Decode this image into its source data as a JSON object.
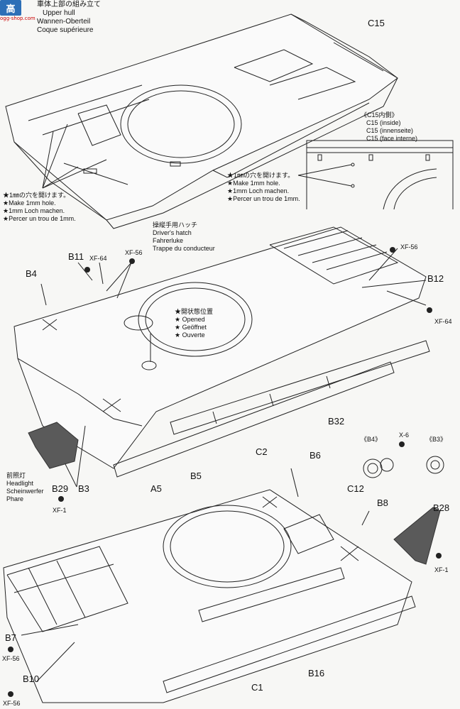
{
  "watermark": {
    "badge": "高",
    "site": "ogg-shop.com"
  },
  "title": {
    "jp": "車体上部の組み立て",
    "en": "Upper hull",
    "de": "Wannen-Oberteil",
    "fr": "Coque supérieure"
  },
  "inset": {
    "title": "《C15内側》",
    "lines": [
      "C15 (inside)",
      "C15 (innenseite)",
      "C15 (face interne)"
    ]
  },
  "hole_note_left": {
    "lines": [
      "★1㎜の穴を開けます。",
      "★Make 1mm hole.",
      "★1mm Loch machen.",
      "★Percer un trou de 1mm."
    ]
  },
  "hole_note_right": {
    "lines": [
      "★1㎜の穴を開けます。",
      "★Make 1mm hole.",
      "★1mm Loch machen.",
      "★Percer un trou de 1mm."
    ]
  },
  "hatch": {
    "lines": [
      "操縦手用ハッチ",
      "Driver's hatch",
      "Fahrerluke",
      "Trappe du conducteur"
    ]
  },
  "open_note": {
    "lines": [
      "★開状態位置",
      "★ Opened",
      "★ Geöffnet",
      "★ Ouverte"
    ]
  },
  "headlight": {
    "lines": [
      "前照灯",
      "Headlight",
      "Scheinwerfer",
      "Phare"
    ]
  },
  "parts": {
    "c15": "C15",
    "xf64a": "XF-64",
    "xf56a": "XF-56",
    "b11": "B11",
    "b4": "B4",
    "xf56b": "XF-56",
    "b12": "B12",
    "xf64b": "XF-64",
    "b32": "B32",
    "c2": "C2",
    "b5": "B5",
    "a5": "A5",
    "b3": "B3",
    "b29": "B29",
    "xf1a": "XF-1",
    "b6": "B6",
    "c12": "C12",
    "b8": "B8",
    "b28": "B28",
    "xf1b": "XF-1",
    "b7": "B7",
    "xf56c": "XF-56",
    "b10": "B10",
    "xf56d": "XF-56",
    "c1": "C1",
    "b16": "B16",
    "b4bracket": "《B4》",
    "b3bracket": "《B3》",
    "x6": "X-6"
  }
}
